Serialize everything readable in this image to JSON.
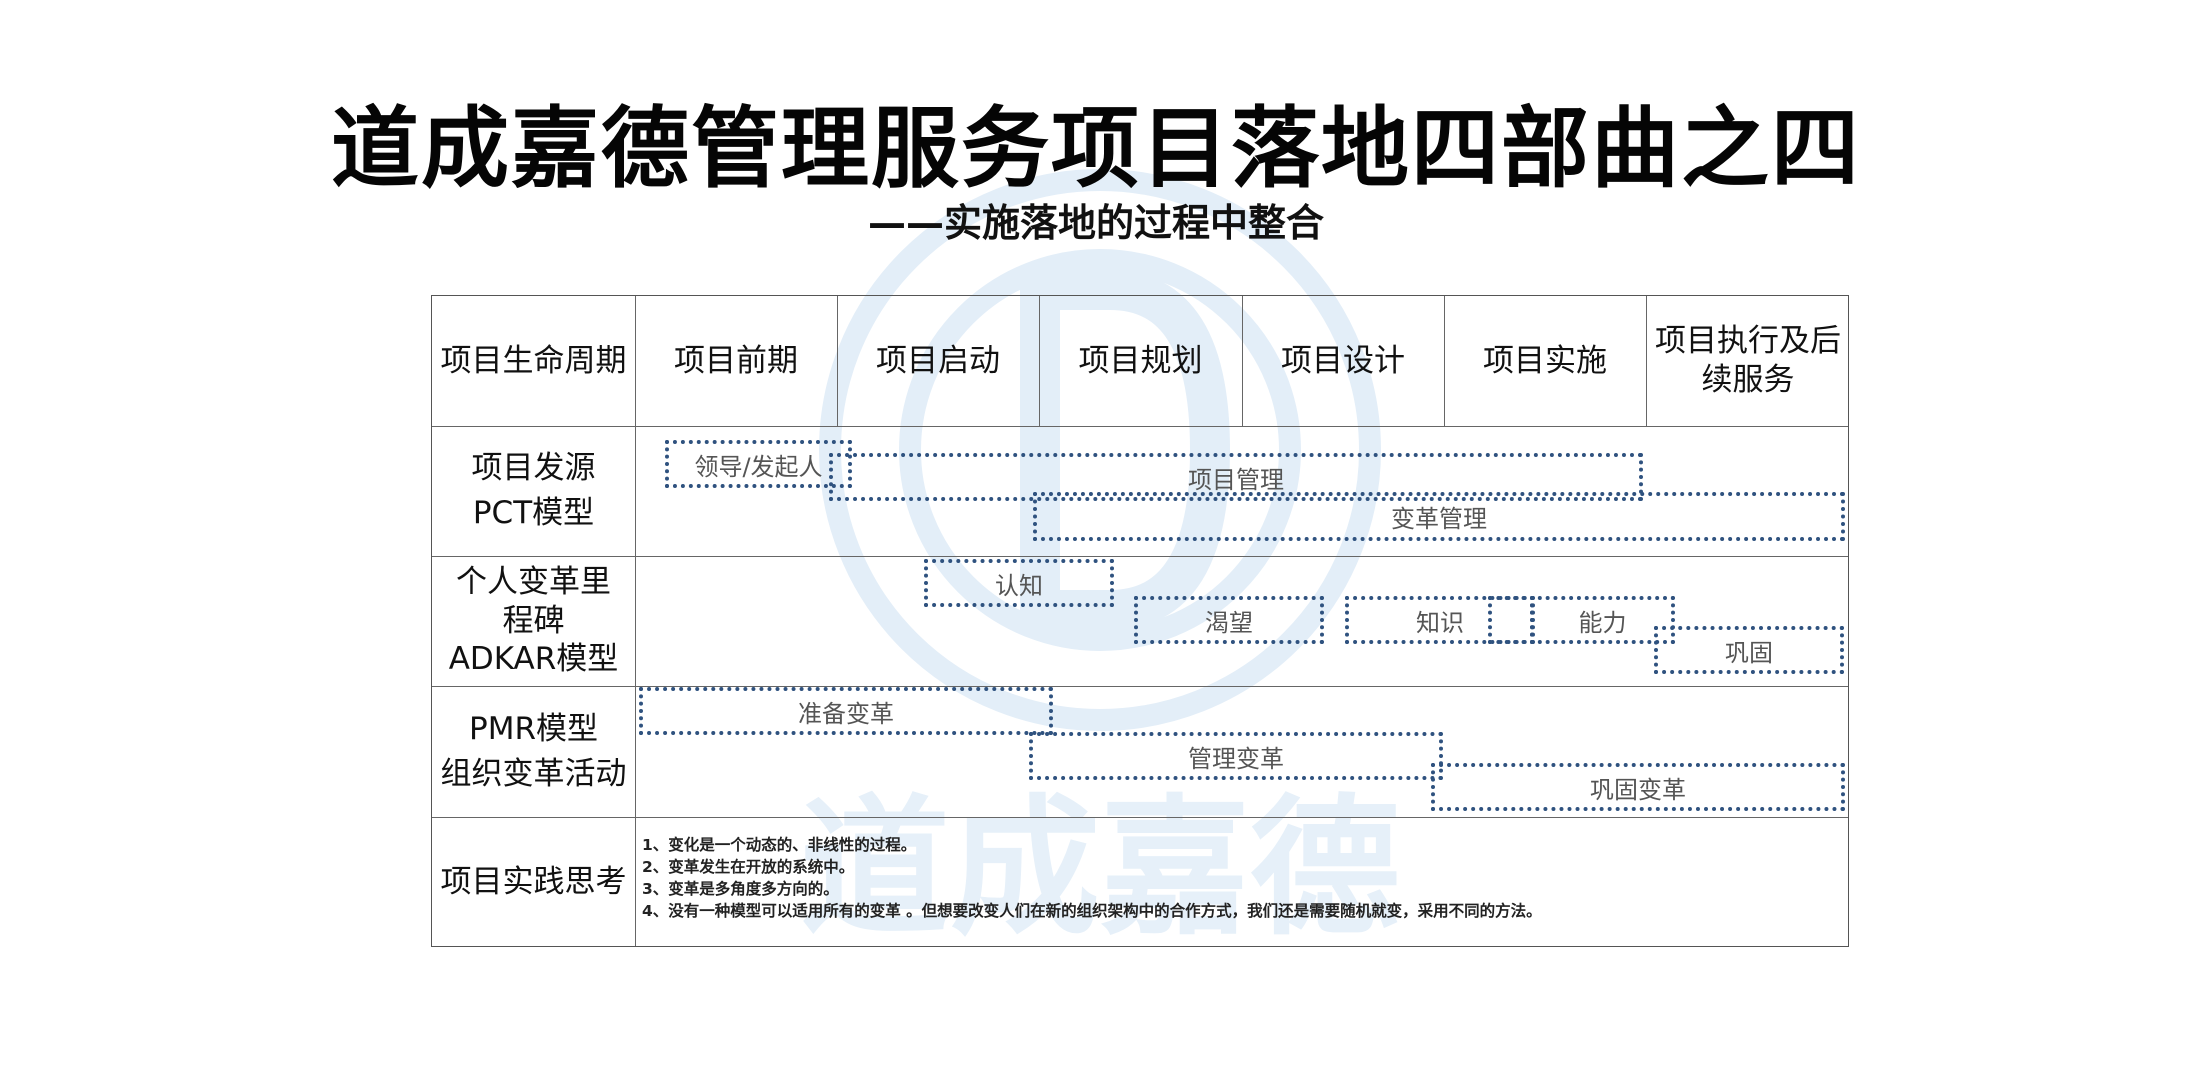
{
  "title": "道成嘉德管理服务项目落地四部曲之四",
  "subtitle": "——实施落地的过程中整合",
  "watermark_text": "道成嘉德",
  "colors": {
    "box_border": "#2f527f",
    "watermark": "#d6e7f5"
  },
  "table": {
    "header_label": "项目生命周期",
    "phases": [
      "项目前期",
      "项目启动",
      "项目规划",
      "项目设计",
      "项目实施",
      "项目执行及后续服务"
    ],
    "row_labels": [
      [
        "项目发源",
        "PCT模型"
      ],
      [
        "个人变革里",
        "程碑",
        "ADKAR模型"
      ],
      [
        "PMR模型",
        "组织变革活动"
      ],
      [
        "项目实践思考"
      ]
    ],
    "pct_boxes": [
      "领导/发起人",
      "项目管理",
      "变革管理"
    ],
    "adkar_boxes": [
      "认知",
      "渴望",
      "知识",
      "能力",
      "巩固"
    ],
    "pmr_boxes": [
      "准备变革",
      "管理变革",
      "巩固变革"
    ],
    "notes": [
      "1、变化是一个动态的、非线性的过程。",
      "2、变革发生在开放的系统中。",
      "3、变革是多角度多方向的。",
      "4、没有一种模型可以适用所有的变革 。但想要改变人们在新的组织架构中的合作方式，我们还是需要随机就变，采用不同的方法。"
    ]
  }
}
